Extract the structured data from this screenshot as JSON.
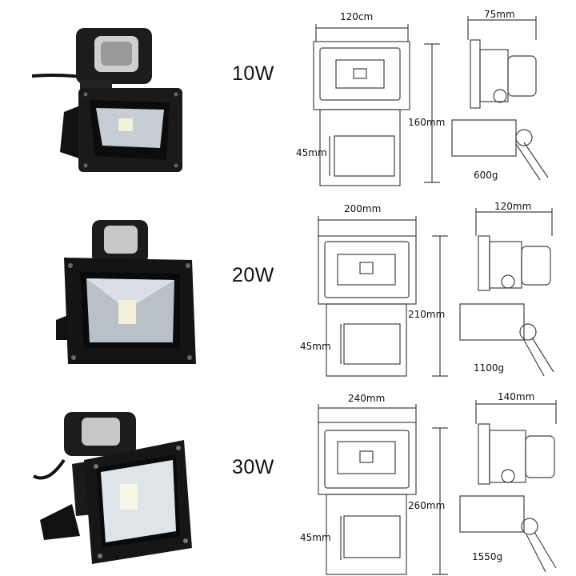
{
  "products": [
    {
      "wattage": "10W",
      "width": "120cm",
      "depth": "75mm",
      "height": "160mm",
      "sensor": "45mm",
      "weight": "600g"
    },
    {
      "wattage": "20W",
      "width": "200mm",
      "depth": "120mm",
      "height": "210mm",
      "sensor": "45mm",
      "weight": "1100g"
    },
    {
      "wattage": "30W",
      "width": "240mm",
      "depth": "140mm",
      "height": "260mm",
      "sensor": "45mm",
      "weight": "1550g"
    }
  ],
  "colors": {
    "housing": "#1a1a1a",
    "lens": "#cfd6dc",
    "chip": "#f3f0d8",
    "line": "#444444"
  },
  "icons": [
    "floodlight-photo",
    "pir-sensor",
    "led-chip",
    "technical-drawing"
  ]
}
